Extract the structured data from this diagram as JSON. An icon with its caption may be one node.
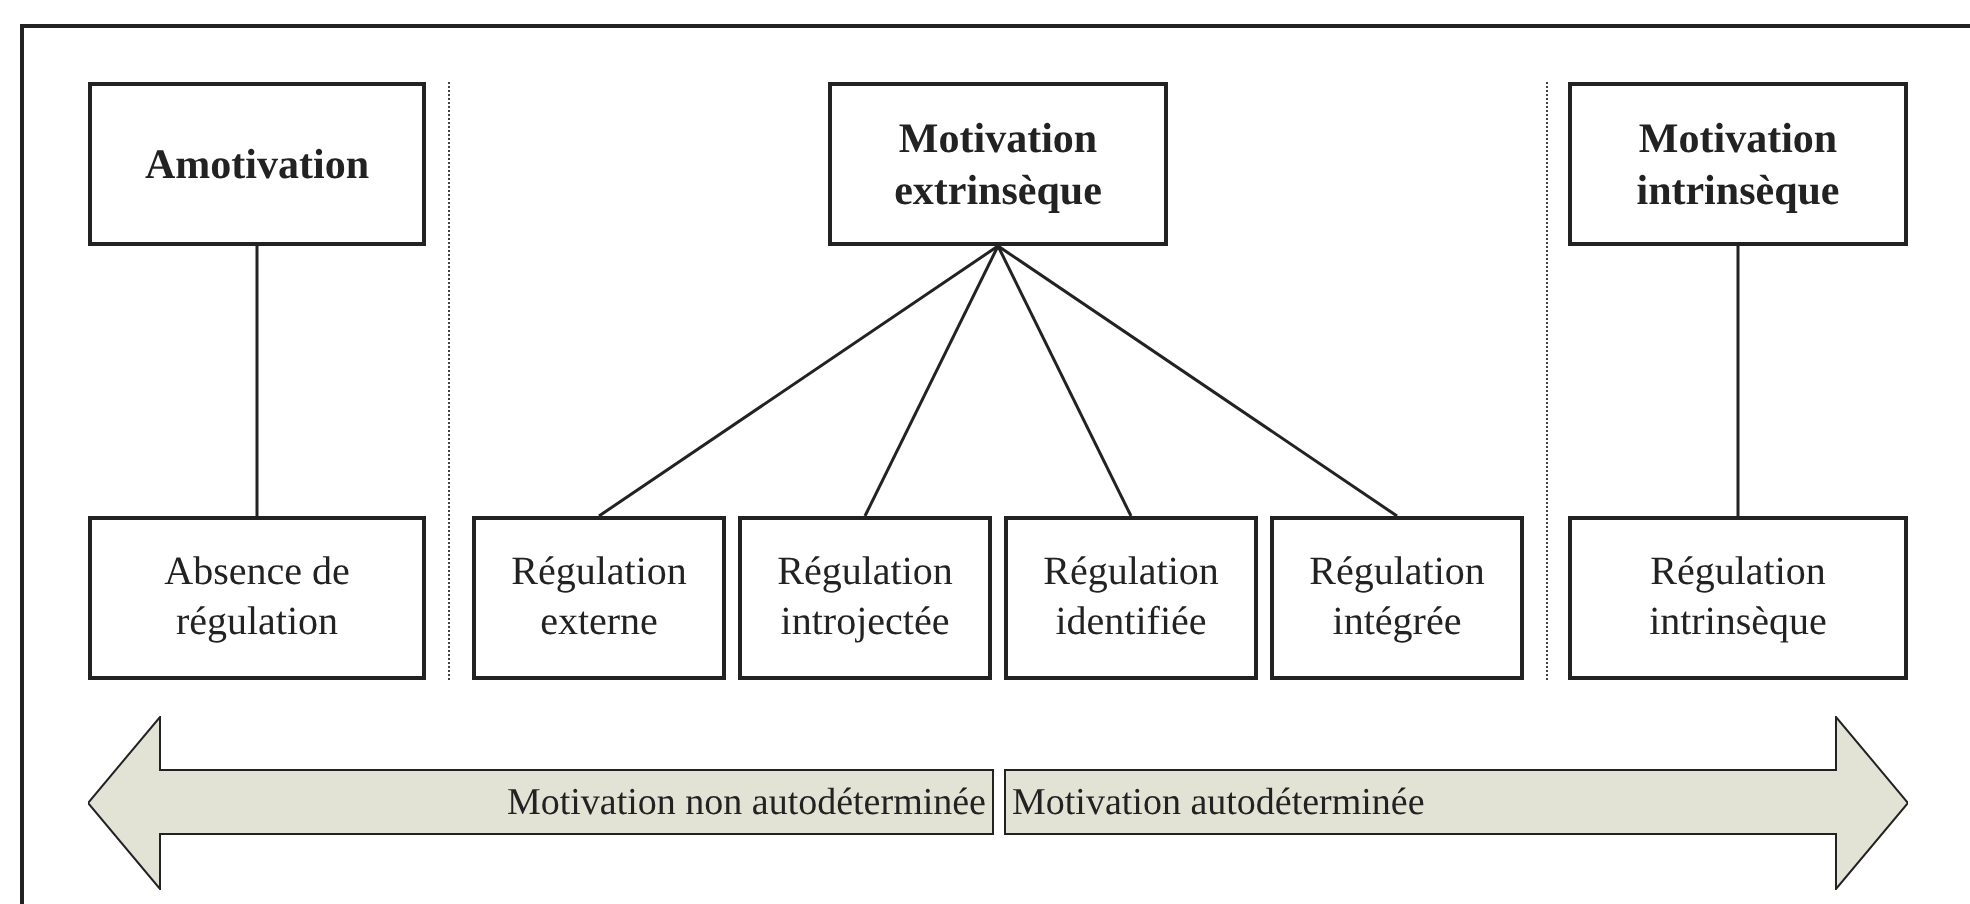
{
  "diagram": {
    "nodes": [
      {
        "text": [
          "Amotivation"
        ]
      },
      {
        "text": [
          "Motivation extrinsèque"
        ]
      },
      {
        "text": [
          "Motivation intrinsèque"
        ]
      },
      {
        "text": [
          "Absence de régulation"
        ]
      },
      {
        "text": [
          "Régulation externe"
        ]
      },
      {
        "text": [
          "Régulation introjectée"
        ]
      },
      {
        "text": [
          "Régulation identifiée"
        ]
      },
      {
        "text": [
          "Régulation intégrée"
        ]
      },
      {
        "text": [
          "Régulation intrinsèque"
        ]
      },
      {
        "text": [
          "Motivation non autodéterminée"
        ]
      },
      {
        "text": [
          "Motivation autodéterminée"
        ]
      }
    ],
    "edges": [
      {
        "from": 0,
        "to": 3,
        "arrow": "none"
      },
      {
        "from": 1,
        "to": 4,
        "arrow": "none"
      },
      {
        "from": 1,
        "to": 5,
        "arrow": "none"
      },
      {
        "from": 1,
        "to": 6,
        "arrow": "none"
      },
      {
        "from": 1,
        "to": 7,
        "arrow": "none"
      },
      {
        "from": 2,
        "to": 8,
        "arrow": "none"
      }
    ]
  }
}
